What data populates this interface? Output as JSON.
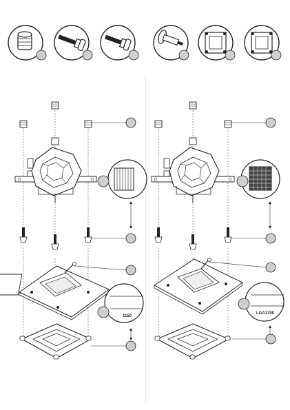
{
  "parts_row": [
    {
      "name": "nut"
    },
    {
      "name": "long-screw"
    },
    {
      "name": "short-screw"
    },
    {
      "name": "pin"
    },
    {
      "name": "bracket-1"
    },
    {
      "name": "bracket-2"
    }
  ],
  "panels": [
    {
      "name": "left",
      "socket_label": "1150"
    },
    {
      "name": "right",
      "socket_label": "LGA1700"
    }
  ],
  "colors": {
    "line": "#222222",
    "callout": "#cfcfcf",
    "divider": "#dddddd"
  }
}
